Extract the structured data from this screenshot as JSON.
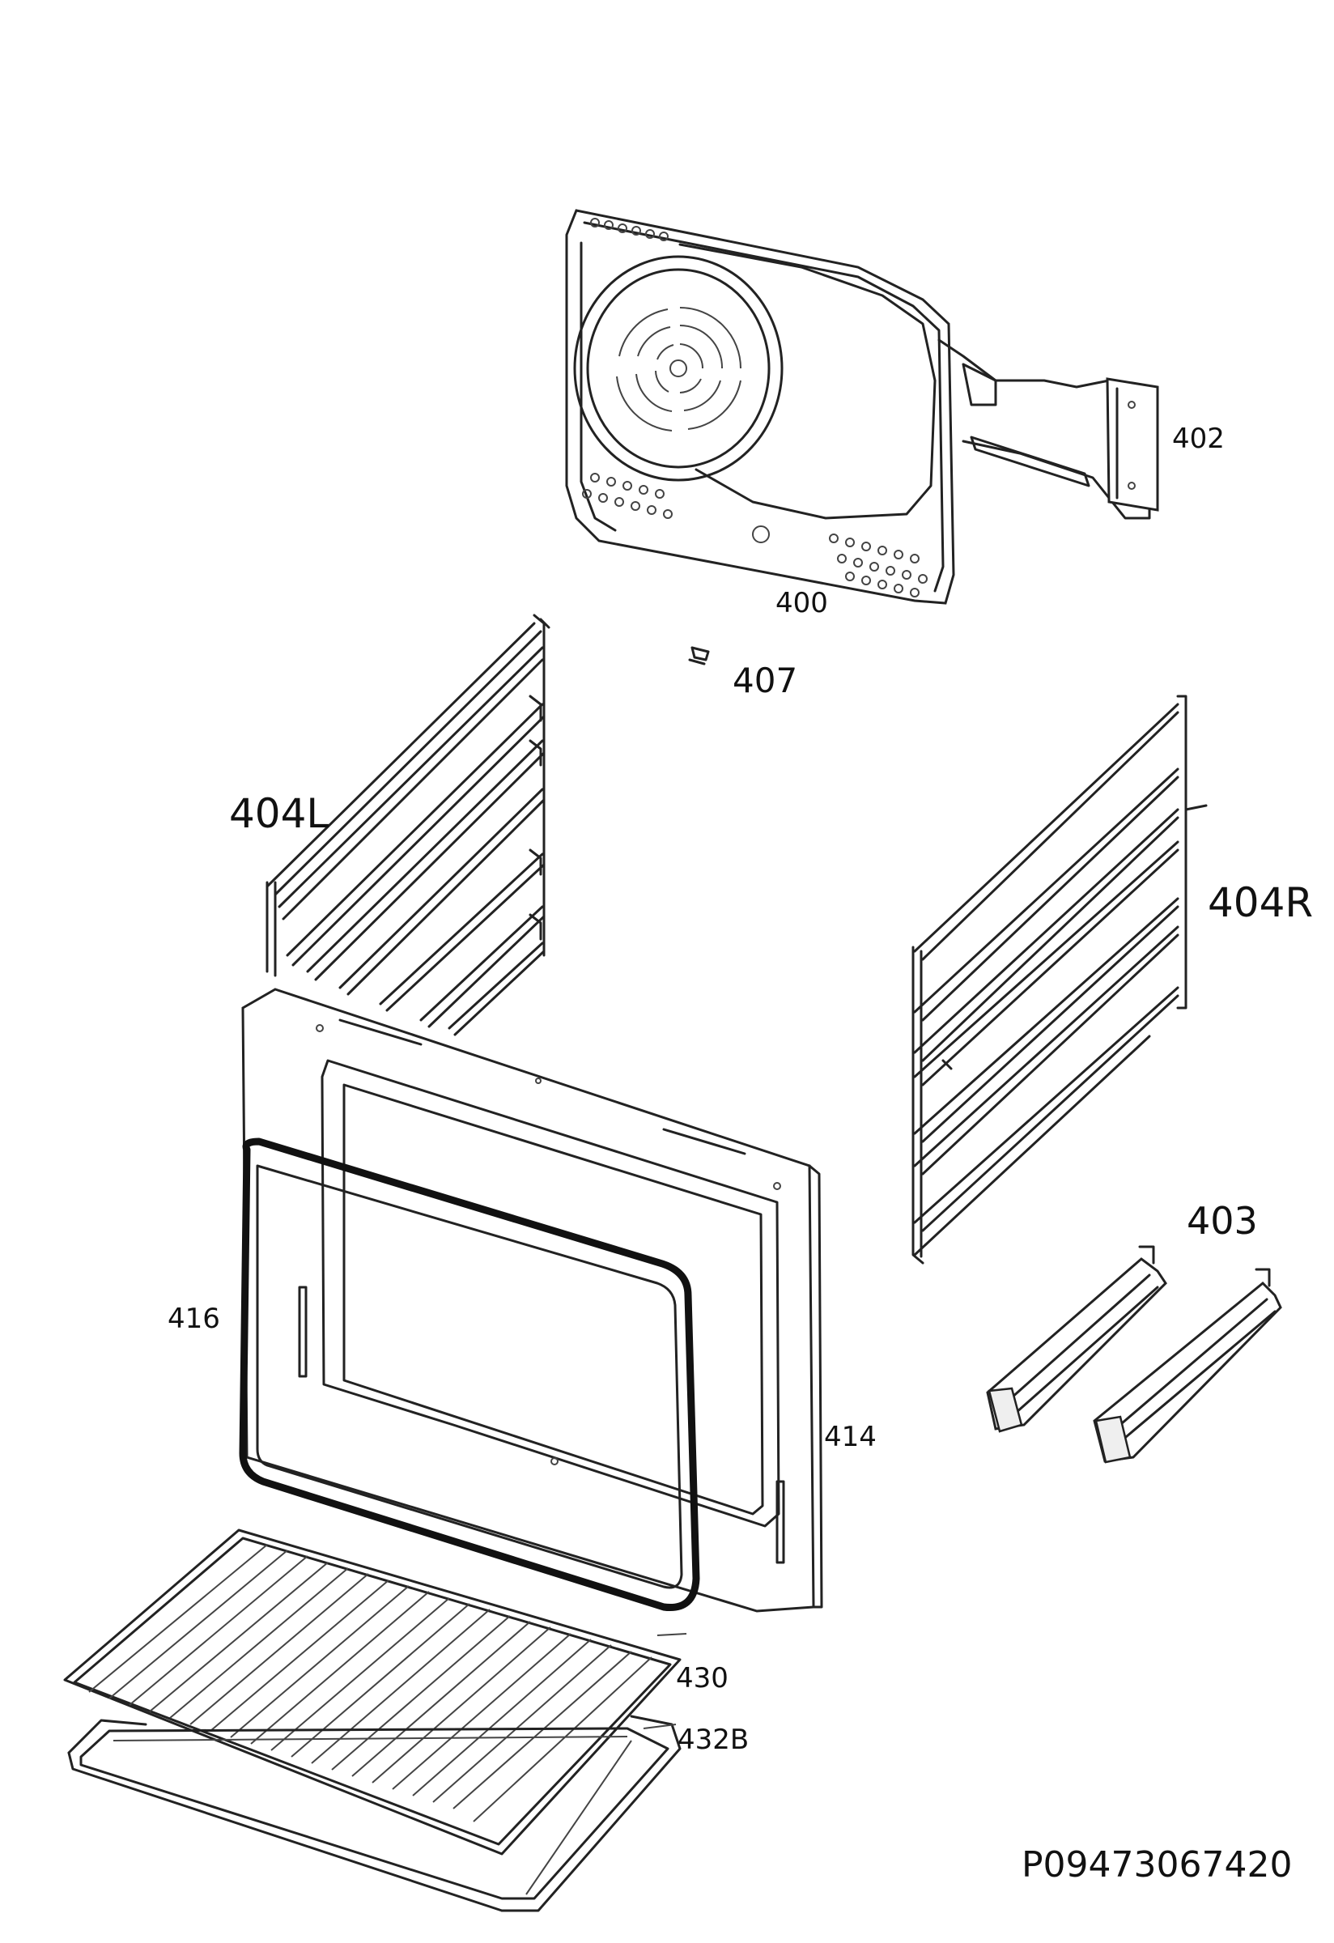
{
  "parts": [
    {
      "id": "400",
      "label": "400",
      "name": "rear-panel-with-fan-cover"
    },
    {
      "id": "402",
      "label": "402",
      "name": "side-bracket"
    },
    {
      "id": "403",
      "label": "403",
      "name": "telescopic-runners"
    },
    {
      "id": "404L",
      "label": "404L",
      "name": "left-shelf-support"
    },
    {
      "id": "404R",
      "label": "404R",
      "name": "right-shelf-support"
    },
    {
      "id": "407",
      "label": "407",
      "name": "small-clip"
    },
    {
      "id": "414",
      "label": "414",
      "name": "front-frame"
    },
    {
      "id": "416",
      "label": "416",
      "name": "door-gasket"
    },
    {
      "id": "430",
      "label": "430",
      "name": "wire-shelf"
    },
    {
      "id": "432B",
      "label": "432B",
      "name": "baking-tray"
    }
  ],
  "drawing_code": "P09473067420"
}
